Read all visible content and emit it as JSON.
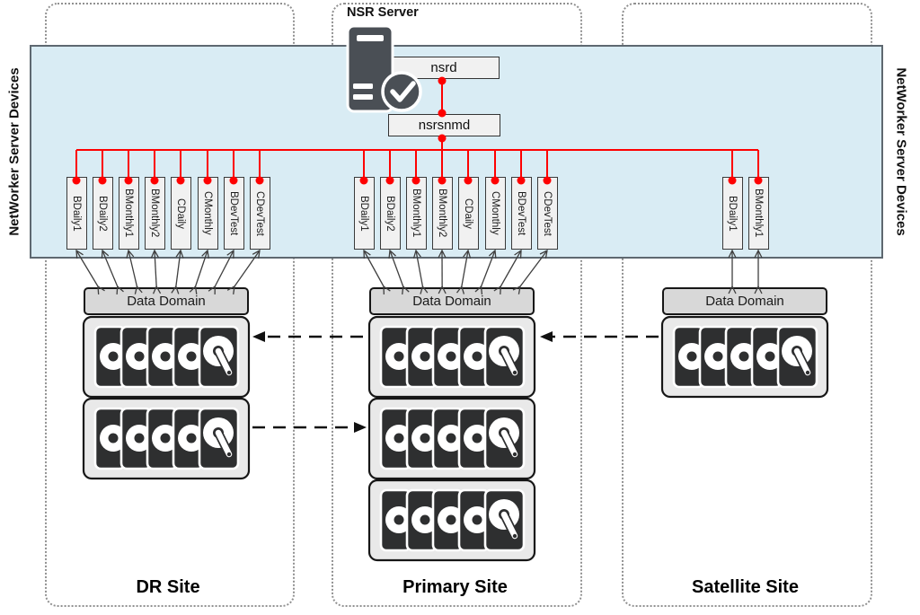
{
  "diagram": {
    "server_label": "NSR Server",
    "daemons": [
      "nsrd",
      "nsrsnmd"
    ],
    "band_label_left": "NetWorker Server Devices",
    "band_label_right": "NetWorker Server Devices",
    "icons": {
      "server": "server-tower-icon",
      "badge": "check-badge-icon",
      "storage": "disk-array-icon"
    },
    "colors": {
      "band_fill": "#d9ecf4",
      "band_border": "#5e6870",
      "connector_red": "#fe0000",
      "box_fill": "#f1f1f1",
      "data_domain_fill": "#d8d8d8",
      "disk_tile": "#2e2f30",
      "arrow_black": "#111111"
    },
    "sites": [
      {
        "name": "DR Site",
        "data_domain_label": "Data Domain",
        "devices": [
          "BDaily1",
          "BDaily2",
          "BMonthly1",
          "BMonthly2",
          "CDaily",
          "CMonthly",
          "BDevTest",
          "CDevTest"
        ],
        "disk_rows": 2
      },
      {
        "name": "Primary Site",
        "data_domain_label": "Data Domain",
        "devices": [
          "BDaily1",
          "BDaily2",
          "BMonthly1",
          "BMonthly2",
          "CDaily",
          "CMonthly",
          "BDevTest",
          "CDevTest"
        ],
        "disk_rows": 3
      },
      {
        "name": "Satellite Site",
        "data_domain_label": "Data Domain",
        "devices": [
          "BDaily1",
          "BMonthly1"
        ],
        "disk_rows": 1
      }
    ],
    "replication_arrows": [
      {
        "from": "Primary Site",
        "to": "DR Site",
        "style": "dashed"
      },
      {
        "from": "DR Site",
        "to": "Primary Site",
        "style": "dashed"
      },
      {
        "from": "Satellite Site",
        "to": "Primary Site",
        "style": "dashed"
      }
    ]
  }
}
